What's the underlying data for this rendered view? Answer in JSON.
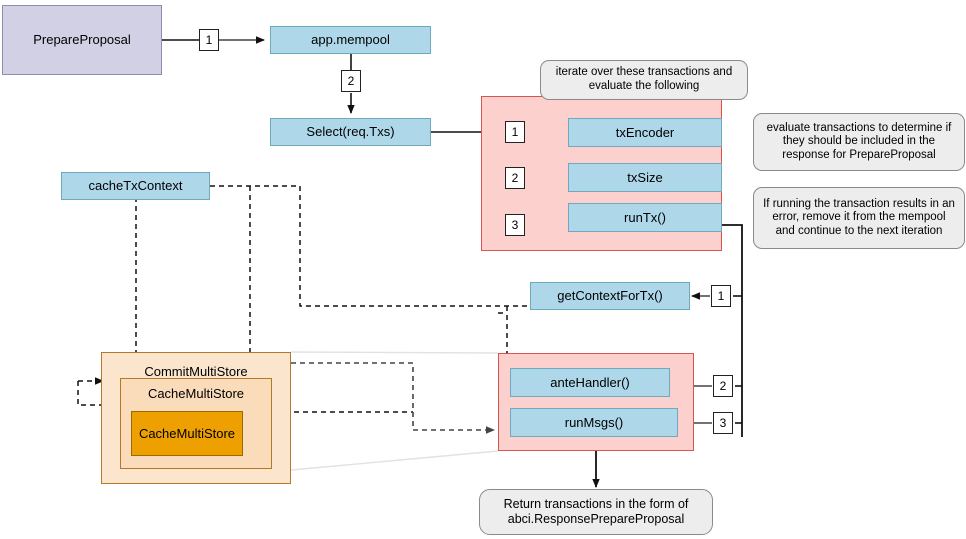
{
  "diagram": {
    "title": "PrepareProposal flow",
    "colors": {
      "lavender": "#d2d0e5",
      "blue": "#aed8ea",
      "pink": "#fcd0cc",
      "peach": "#fce5cd",
      "peach_inner": "#fadcbb",
      "orange": "#eda000",
      "note_gray": "#ededed",
      "line": "#000000",
      "line_gray": "#555555"
    },
    "nodes": {
      "prepare_proposal": "PrepareProposal",
      "app_mempool": "app.mempool",
      "select_req_txs": "Select(req.Txs)",
      "tx_encoder": "txEncoder",
      "tx_size": "txSize",
      "run_tx": "runTx()",
      "cache_tx_context": "cacheTxContext",
      "get_context_for_tx": "getContextForTx()",
      "ante_handler": "anteHandler()",
      "run_msgs": "runMsgs()",
      "commit_multi_store": "CommitMultiStore",
      "cache_multi_store_outer": "CacheMultiStore",
      "cache_multi_store_inner": "CacheMultiStore"
    },
    "notes": {
      "iterate": "iterate over these transactions and evaluate the following",
      "evaluate": "evaluate transactions to determine if they should be included in the response for PrepareProposal",
      "error_handling": "If running the transaction results in an error, remove it from the mempool and continue to the next iteration",
      "return": "Return transactions in the form of abci.ResponsePrepareProposal"
    },
    "badges": {
      "mempool_step": "1",
      "select_step": "2",
      "tx_encoder_step": "1",
      "tx_size_step": "2",
      "run_tx_step": "3",
      "get_context_step": "1",
      "ante_handler_step": "2",
      "run_msgs_step": "3"
    }
  }
}
